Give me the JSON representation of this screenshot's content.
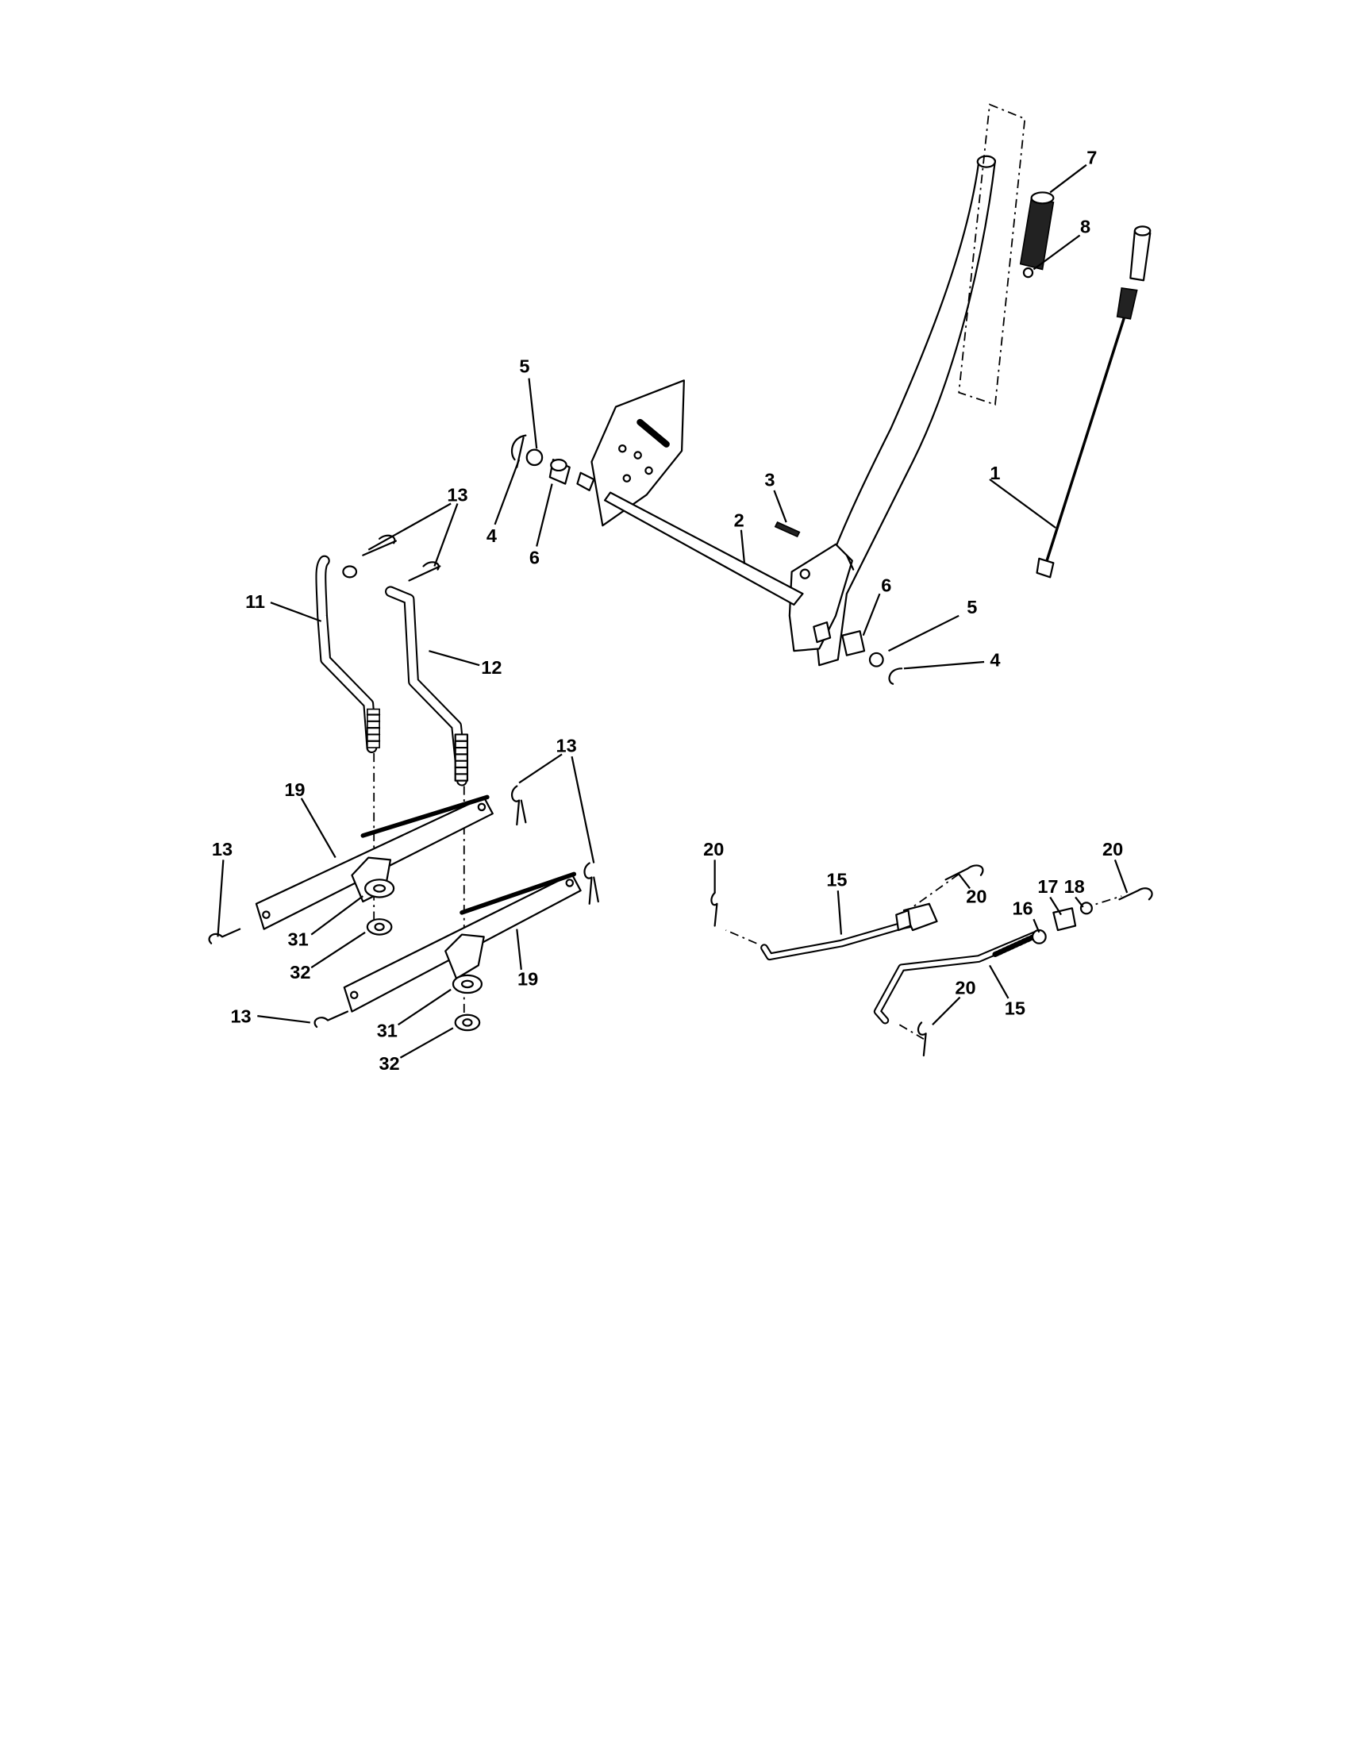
{
  "diagram": {
    "type": "exploded parts diagram",
    "callouts": [
      {
        "id": "c7",
        "text": "7"
      },
      {
        "id": "c8",
        "text": "8"
      },
      {
        "id": "c5a",
        "text": "5"
      },
      {
        "id": "c1",
        "text": "1"
      },
      {
        "id": "c3",
        "text": "3"
      },
      {
        "id": "c2",
        "text": "2"
      },
      {
        "id": "c4a",
        "text": "4"
      },
      {
        "id": "c6a",
        "text": "6"
      },
      {
        "id": "c13a",
        "text": "13"
      },
      {
        "id": "c11",
        "text": "11"
      },
      {
        "id": "c12",
        "text": "12"
      },
      {
        "id": "c6b",
        "text": "6"
      },
      {
        "id": "c5b",
        "text": "5"
      },
      {
        "id": "c4b",
        "text": "4"
      },
      {
        "id": "c13b",
        "text": "13"
      },
      {
        "id": "c19a",
        "text": "19"
      },
      {
        "id": "c13c",
        "text": "13"
      },
      {
        "id": "c31a",
        "text": "31"
      },
      {
        "id": "c32a",
        "text": "32"
      },
      {
        "id": "c19b",
        "text": "19"
      },
      {
        "id": "c13d",
        "text": "13"
      },
      {
        "id": "c31b",
        "text": "31"
      },
      {
        "id": "c32b",
        "text": "32"
      },
      {
        "id": "c20a",
        "text": "20"
      },
      {
        "id": "c15a",
        "text": "15"
      },
      {
        "id": "c20b",
        "text": "20"
      },
      {
        "id": "c16",
        "text": "16"
      },
      {
        "id": "c17",
        "text": "17"
      },
      {
        "id": "c18",
        "text": "18"
      },
      {
        "id": "c20c",
        "text": "20"
      },
      {
        "id": "c20d",
        "text": "20"
      },
      {
        "id": "c15b",
        "text": "15"
      }
    ]
  }
}
